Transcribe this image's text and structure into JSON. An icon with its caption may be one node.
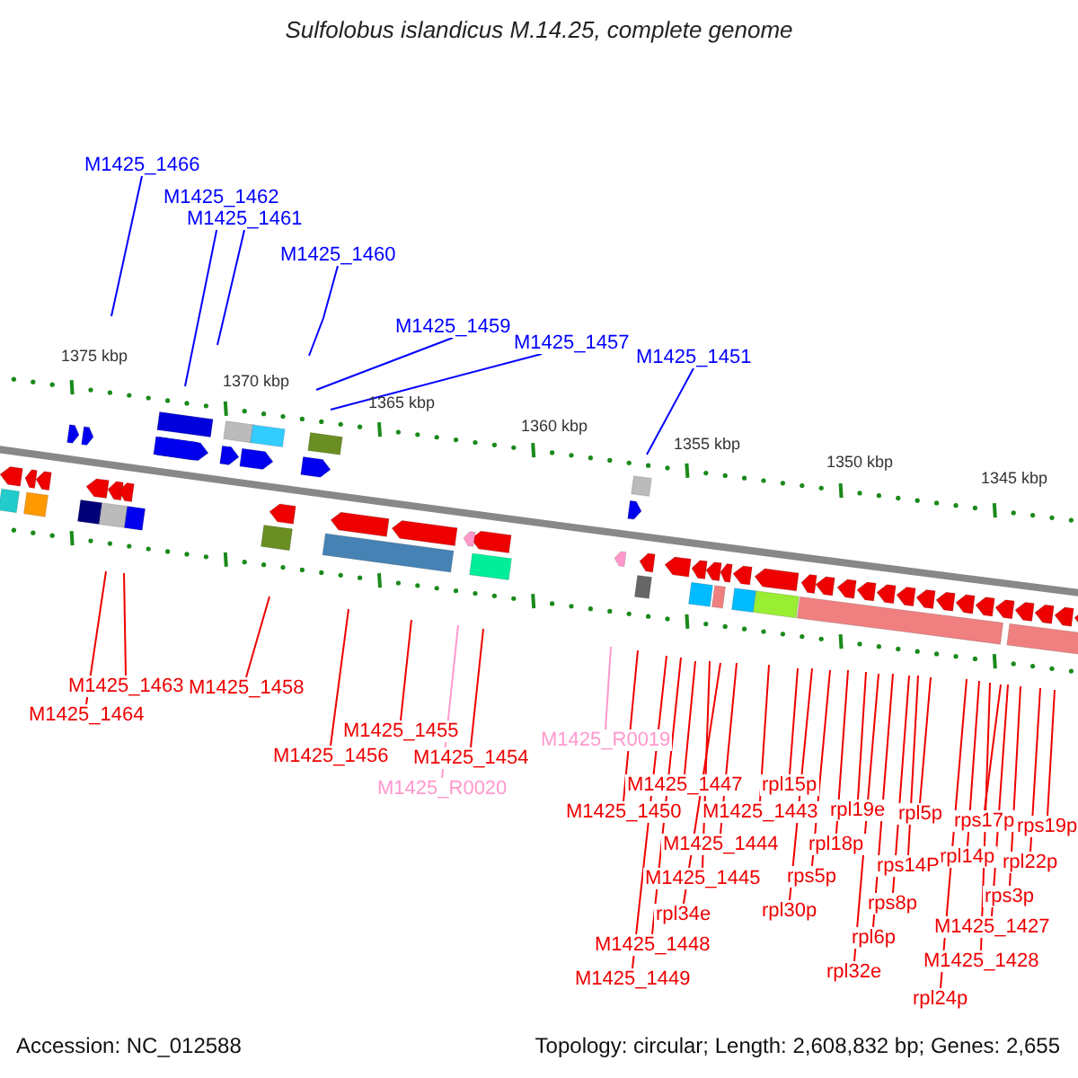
{
  "diagram": {
    "title": "Sulfolobus islandicus M.14.25, complete genome",
    "nodes": [
      {
        "text": [
          "M1425_1466"
        ]
      },
      {
        "text": [
          "M1425_1462"
        ]
      },
      {
        "text": [
          "M1425_1461"
        ]
      },
      {
        "text": [
          "M1425_1460"
        ]
      },
      {
        "text": [
          "M1425_1459"
        ]
      },
      {
        "text": [
          "M1425_1457"
        ]
      },
      {
        "text": [
          "M1425_1451"
        ]
      },
      {
        "text": [
          "M1425_1463"
        ]
      },
      {
        "text": [
          "M1425_1458"
        ]
      },
      {
        "text": [
          "M1425_1464"
        ]
      },
      {
        "text": [
          "M1425_1455"
        ]
      },
      {
        "text": [
          "M1425_R0019"
        ]
      },
      {
        "text": [
          "M1425_1456"
        ]
      },
      {
        "text": [
          "M1425_1454"
        ]
      },
      {
        "text": [
          "M1425_R0020"
        ]
      },
      {
        "text": [
          "M1425_1447"
        ]
      },
      {
        "text": [
          "rpl15p"
        ]
      },
      {
        "text": [
          "M1425_1450"
        ]
      },
      {
        "text": [
          "M1425_1443"
        ]
      },
      {
        "text": [
          "rpl19e"
        ]
      },
      {
        "text": [
          "rpl5p"
        ]
      },
      {
        "text": [
          "rps17p"
        ]
      },
      {
        "text": [
          "rps19p"
        ]
      },
      {
        "text": [
          "M1425_1444"
        ]
      },
      {
        "text": [
          "rpl18p"
        ]
      },
      {
        "text": [
          "rpl14p"
        ]
      },
      {
        "text": [
          "rpl22p"
        ]
      },
      {
        "text": [
          "rps14P"
        ]
      },
      {
        "text": [
          "M1425_1445"
        ]
      },
      {
        "text": [
          "rps5p"
        ]
      },
      {
        "text": [
          "rps8p"
        ]
      },
      {
        "text": [
          "rps3p"
        ]
      },
      {
        "text": [
          "rpl34e"
        ]
      },
      {
        "text": [
          "rpl30p"
        ]
      },
      {
        "text": [
          "M1425_1427"
        ]
      },
      {
        "text": [
          "rpl6p"
        ]
      },
      {
        "text": [
          "M1425_1448"
        ]
      },
      {
        "text": [
          "M1425_1428"
        ]
      },
      {
        "text": [
          "rpl32e"
        ]
      },
      {
        "text": [
          "M1425_1449"
        ]
      },
      {
        "text": [
          "rpl24p"
        ]
      }
    ],
    "edges": [
      {
        "from": 0,
        "to": null,
        "arrow": "none",
        "color": "#0000ff"
      },
      {
        "from": 1,
        "to": null,
        "arrow": "none",
        "color": "#0000ff"
      },
      {
        "from": 2,
        "to": null,
        "arrow": "none",
        "color": "#0000ff"
      },
      {
        "from": 3,
        "to": null,
        "arrow": "none",
        "color": "#0000ff"
      },
      {
        "from": 4,
        "to": null,
        "arrow": "none",
        "color": "#0000ff"
      },
      {
        "from": 5,
        "to": null,
        "arrow": "none",
        "color": "#0000ff"
      },
      {
        "from": 6,
        "to": null,
        "arrow": "none",
        "color": "#0000ff"
      },
      {
        "from": 7,
        "to": null,
        "arrow": "none"
      },
      {
        "from": 8,
        "to": null,
        "arrow": "none"
      },
      {
        "from": 9,
        "to": null,
        "arrow": "none"
      },
      {
        "from": 10,
        "to": null,
        "arrow": "none"
      },
      {
        "from": 11,
        "to": null,
        "arrow": "none",
        "color": "#ff99cc"
      },
      {
        "from": 12,
        "to": null,
        "arrow": "none"
      },
      {
        "from": 13,
        "to": null,
        "arrow": "none"
      },
      {
        "from": 14,
        "to": null,
        "arrow": "none",
        "color": "#ff99cc"
      },
      {
        "from": 15,
        "to": null,
        "arrow": "none"
      },
      {
        "from": 16,
        "to": null,
        "arrow": "none"
      },
      {
        "from": 17,
        "to": null,
        "arrow": "none"
      },
      {
        "from": 18,
        "to": null,
        "arrow": "none"
      },
      {
        "from": 19,
        "to": null,
        "arrow": "none"
      },
      {
        "from": 20,
        "to": null,
        "arrow": "none"
      },
      {
        "from": 21,
        "to": null,
        "arrow": "none"
      },
      {
        "from": 22,
        "to": null,
        "arrow": "none"
      },
      {
        "from": 23,
        "to": null,
        "arrow": "none"
      },
      {
        "from": 24,
        "to": null,
        "arrow": "none"
      },
      {
        "from": 25,
        "to": null,
        "arrow": "none"
      },
      {
        "from": 26,
        "to": null,
        "arrow": "none"
      },
      {
        "from": 27,
        "to": null,
        "arrow": "none"
      },
      {
        "from": 28,
        "to": null,
        "arrow": "none"
      },
      {
        "from": 29,
        "to": null,
        "arrow": "none"
      },
      {
        "from": 30,
        "to": null,
        "arrow": "none"
      },
      {
        "from": 31,
        "to": null,
        "arrow": "none"
      },
      {
        "from": 32,
        "to": null,
        "arrow": "none"
      },
      {
        "from": 33,
        "to": null,
        "arrow": "none"
      },
      {
        "from": 34,
        "to": null,
        "arrow": "none"
      },
      {
        "from": 35,
        "to": null,
        "arrow": "none"
      },
      {
        "from": 36,
        "to": null,
        "arrow": "none"
      },
      {
        "from": 37,
        "to": null,
        "arrow": "none"
      },
      {
        "from": 38,
        "to": null,
        "arrow": "none"
      },
      {
        "from": 39,
        "to": null,
        "arrow": "none"
      },
      {
        "from": 40,
        "to": null,
        "arrow": "none"
      }
    ],
    "labels": [
      "1375 kbp",
      "1370 kbp",
      "1365 kbp",
      "1360 kbp",
      "1355 kbp",
      "1350 kbp",
      "1345 kbp",
      "Accession: NC_012588",
      "Topology: circular; Length: 2,608,832 bp; Genes: 2,655"
    ]
  }
}
